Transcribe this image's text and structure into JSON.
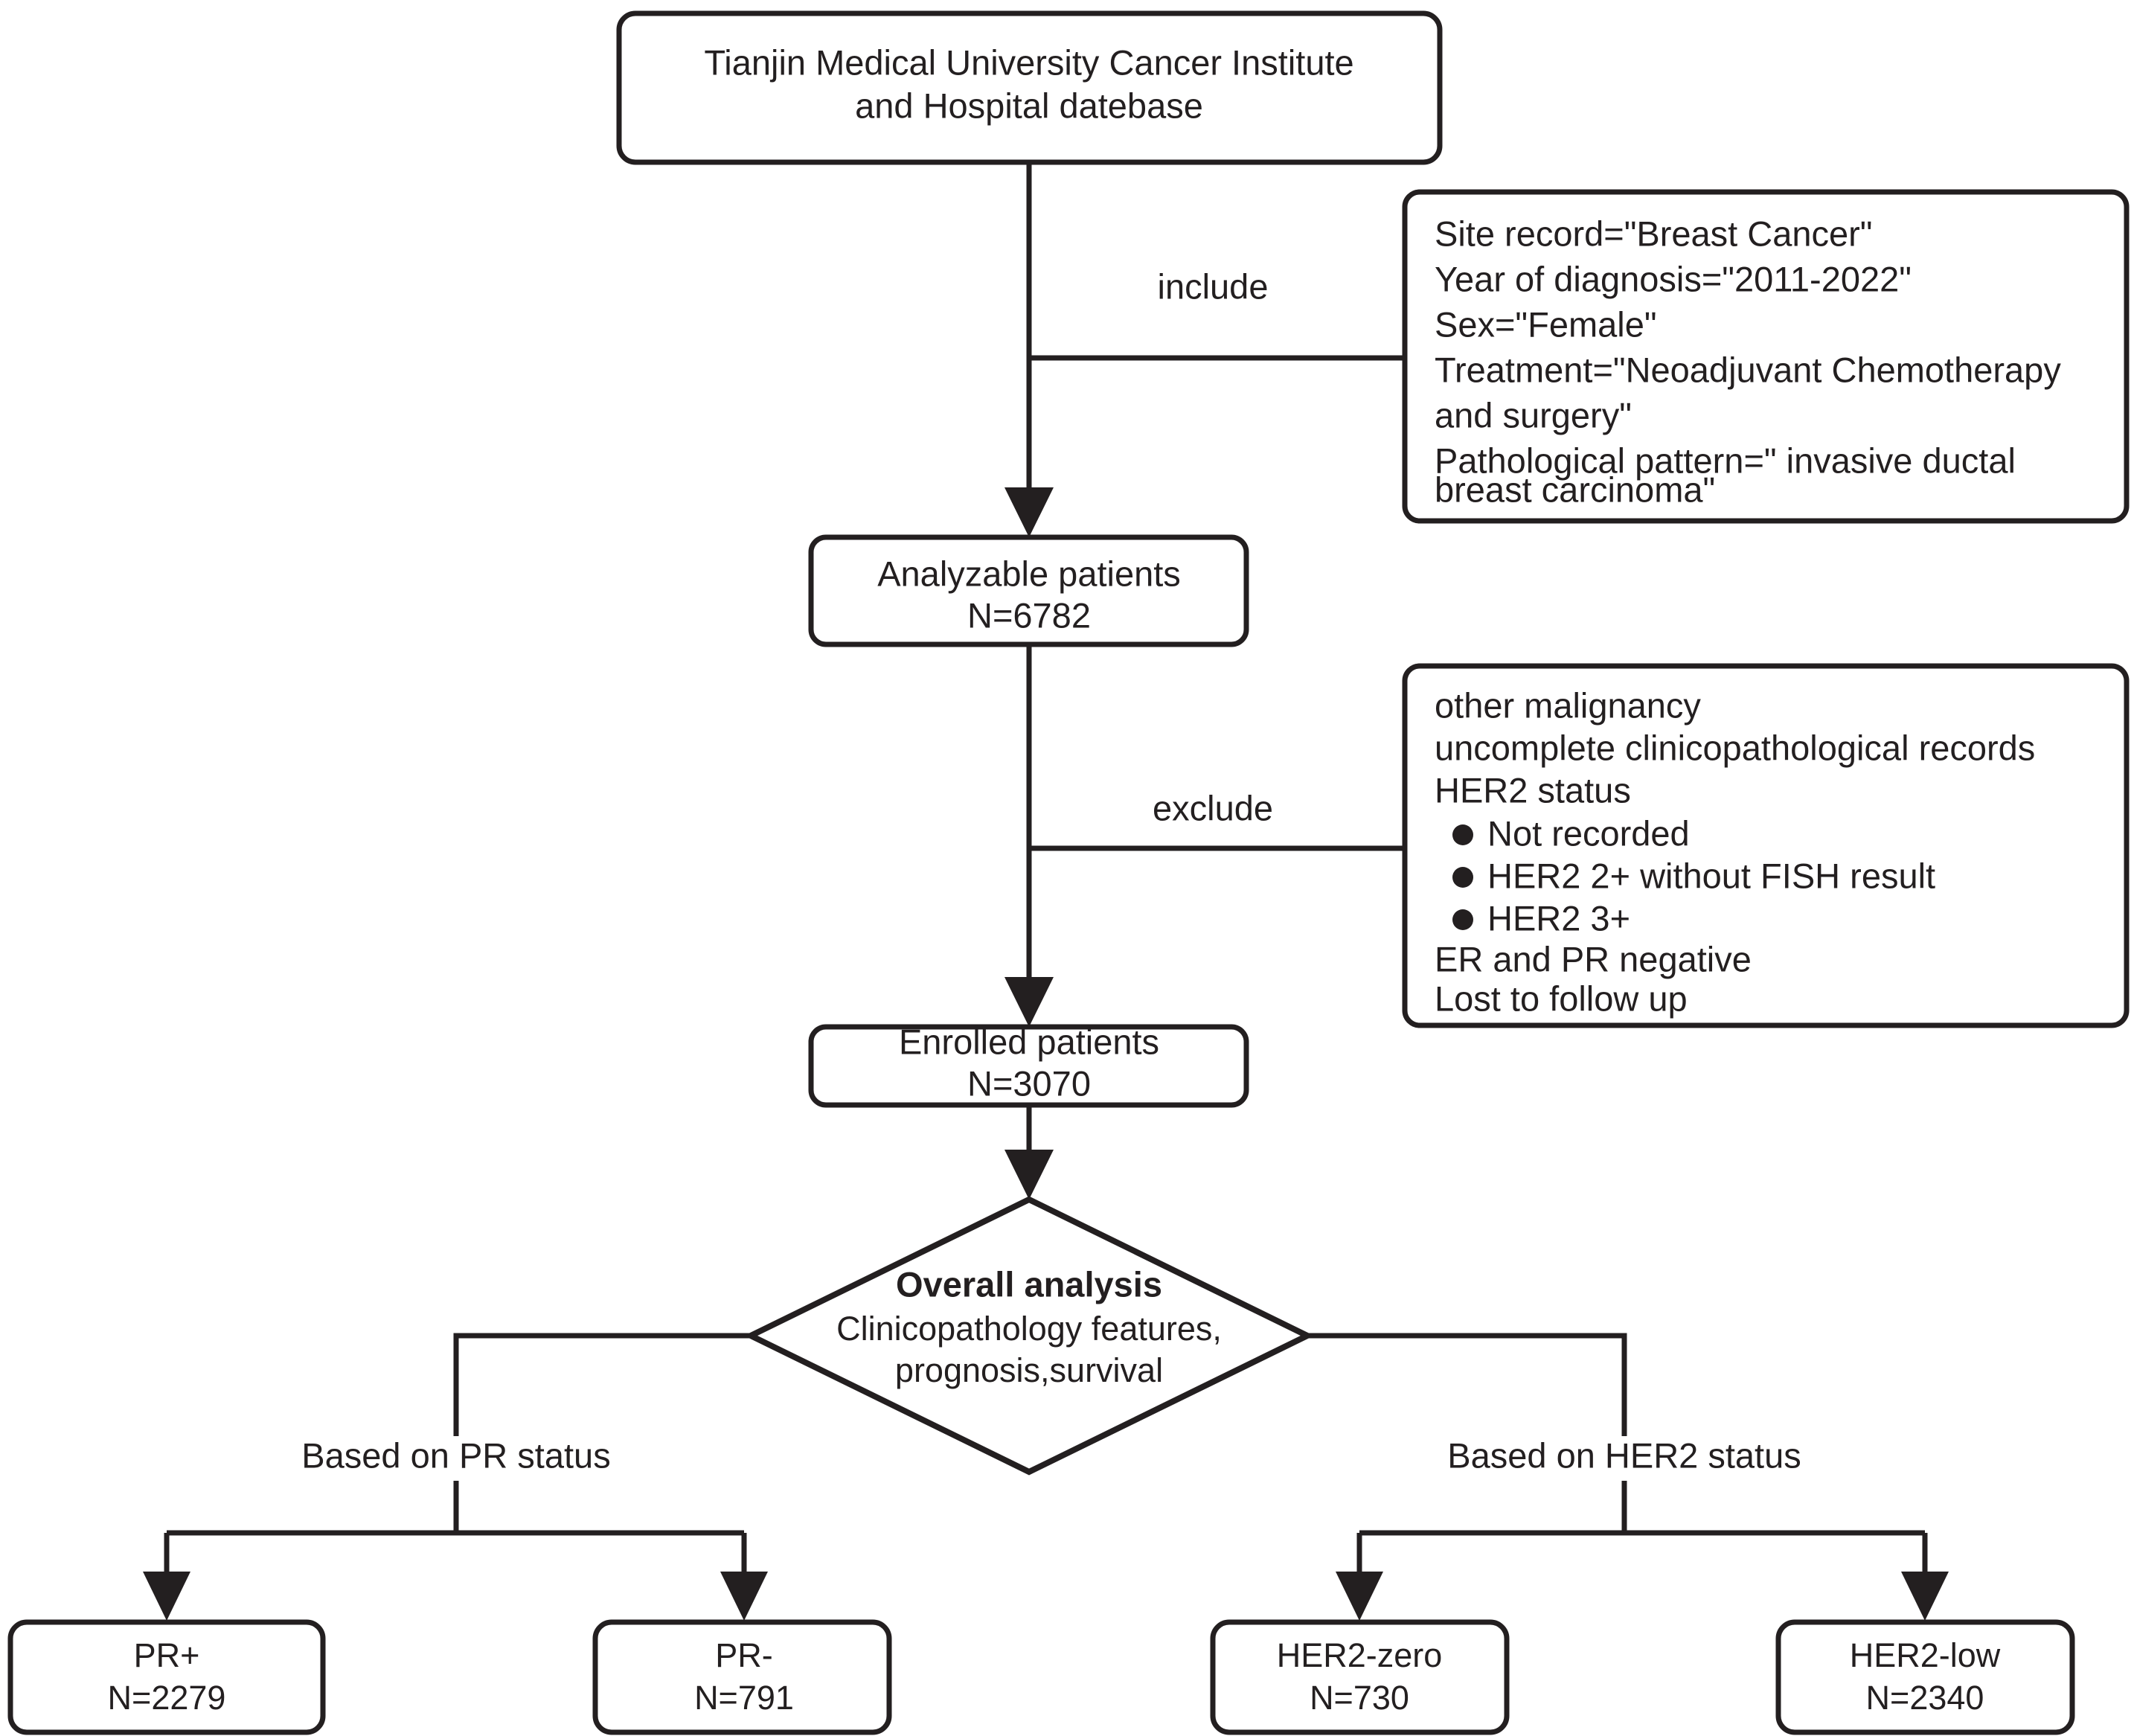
{
  "diagram": {
    "type": "flowchart",
    "title": "Patient selection flow diagram",
    "nodes": {
      "source": {
        "shape": "rounded-rect",
        "line1": "Tianjin Medical University Cancer Institute",
        "line2": "and Hospital datebase"
      },
      "analyzable": {
        "shape": "rounded-rect",
        "line1": "Analyzable patients",
        "line2": "N=6782",
        "count": 6782
      },
      "enrolled": {
        "shape": "rounded-rect",
        "line1": "Enrolled patients",
        "line2": "N=3070",
        "count": 3070
      },
      "overall": {
        "shape": "diamond",
        "title": "Overall analysis",
        "sub1": "Clinicopathology features,",
        "sub2": "prognosis,survival"
      },
      "pr_pos": {
        "shape": "rounded-rect",
        "line1": "PR+",
        "line2": "N=2279",
        "count": 2279
      },
      "pr_neg": {
        "shape": "rounded-rect",
        "line1": "PR-",
        "line2": "N=791",
        "count": 791
      },
      "her2_zero": {
        "shape": "rounded-rect",
        "line1": "HER2-zero",
        "line2": "N=730",
        "count": 730
      },
      "her2_low": {
        "shape": "rounded-rect",
        "line1": "HER2-low",
        "line2": "N=2340",
        "count": 2340
      }
    },
    "edge_labels": {
      "include": "include",
      "exclude": "exclude",
      "branch_pr": "Based on PR status",
      "branch_her2": "Based on HER2 status"
    },
    "inclusion_box": {
      "lines": [
        "Site record=\"Breast Cancer\"",
        "Year of diagnosis=\"2011-2022\"",
        "Sex=\"Female\"",
        "Treatment=\"Neoadjuvant Chemotherapy",
        "and surgery\"",
        "Pathological pattern=\" invasive ductal",
        "breast carcinoma\""
      ]
    },
    "exclusion_box": {
      "lines": [
        {
          "text": "other malignancy",
          "bullet": false
        },
        {
          "text": "uncomplete clinicopathological records",
          "bullet": false
        },
        {
          "text": "HER2 status",
          "bullet": false
        },
        {
          "text": "Not recorded",
          "bullet": true
        },
        {
          "text": "HER2 2+ without FISH result",
          "bullet": true
        },
        {
          "text": "HER2 3+",
          "bullet": true
        },
        {
          "text": "ER and PR negative",
          "bullet": false
        },
        {
          "text": "Lost to follow up",
          "bullet": false
        }
      ]
    },
    "colors": {
      "stroke": "#231f20",
      "fill": "#ffffff",
      "text": "#231f20"
    }
  }
}
